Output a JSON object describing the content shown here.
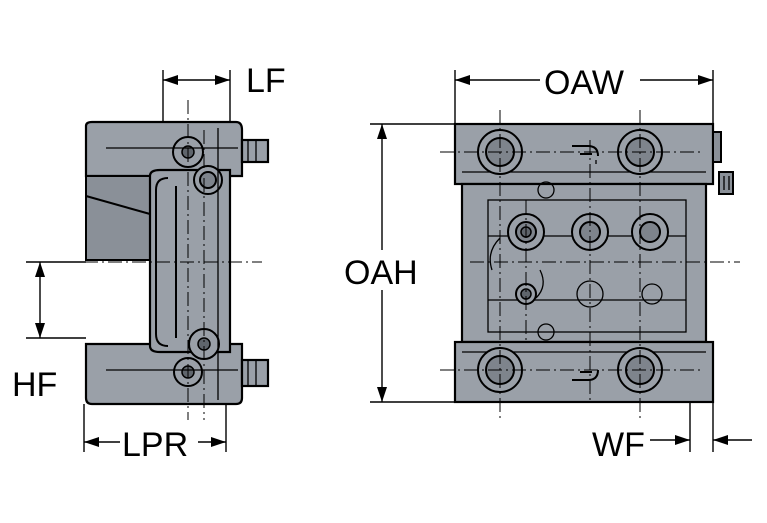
{
  "labels": {
    "lf": "LF",
    "hf": "HF",
    "lpr": "LPR",
    "oaw": "OAW",
    "oah": "OAH",
    "wf": "WF"
  },
  "colors": {
    "body": "#9aa0a8",
    "outline": "#000000",
    "background": "#ffffff"
  }
}
